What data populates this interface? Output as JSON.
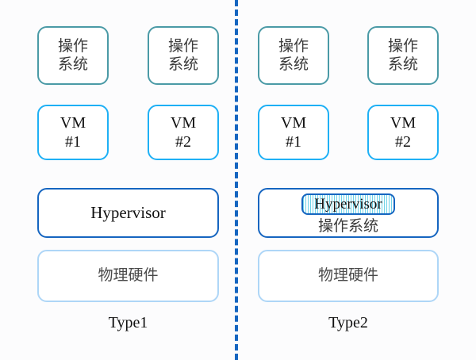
{
  "diagram": {
    "title": "Type1 vs Type2 Hypervisor Architecture",
    "colors": {
      "background": "#fcfcfd",
      "divider": "#1565c0",
      "os_border": "#4a9aa6",
      "vm_border": "#1eb0f5",
      "hypervisor_border": "#1565c0",
      "hardware_border": "#aed6f7",
      "stripe": "#6fd3e8"
    }
  },
  "left": {
    "caption": "Type1",
    "os_boxes": [
      {
        "line1": "操作",
        "line2": "系统"
      },
      {
        "line1": "操作",
        "line2": "系统"
      }
    ],
    "vm_boxes": [
      {
        "line1": "VM",
        "line2": "#1"
      },
      {
        "line1": "VM",
        "line2": "#2"
      }
    ],
    "hypervisor": {
      "label": "Hypervisor"
    },
    "hardware": {
      "label": "物理硬件"
    }
  },
  "right": {
    "caption": "Type2",
    "os_boxes": [
      {
        "line1": "操作",
        "line2": "系统"
      },
      {
        "line1": "操作",
        "line2": "系统"
      }
    ],
    "vm_boxes": [
      {
        "line1": "VM",
        "line2": "#1"
      },
      {
        "line1": "VM",
        "line2": "#2"
      }
    ],
    "hypervisor": {
      "label": "Hypervisor",
      "host_os": "操作系统"
    },
    "hardware": {
      "label": "物理硬件"
    }
  }
}
